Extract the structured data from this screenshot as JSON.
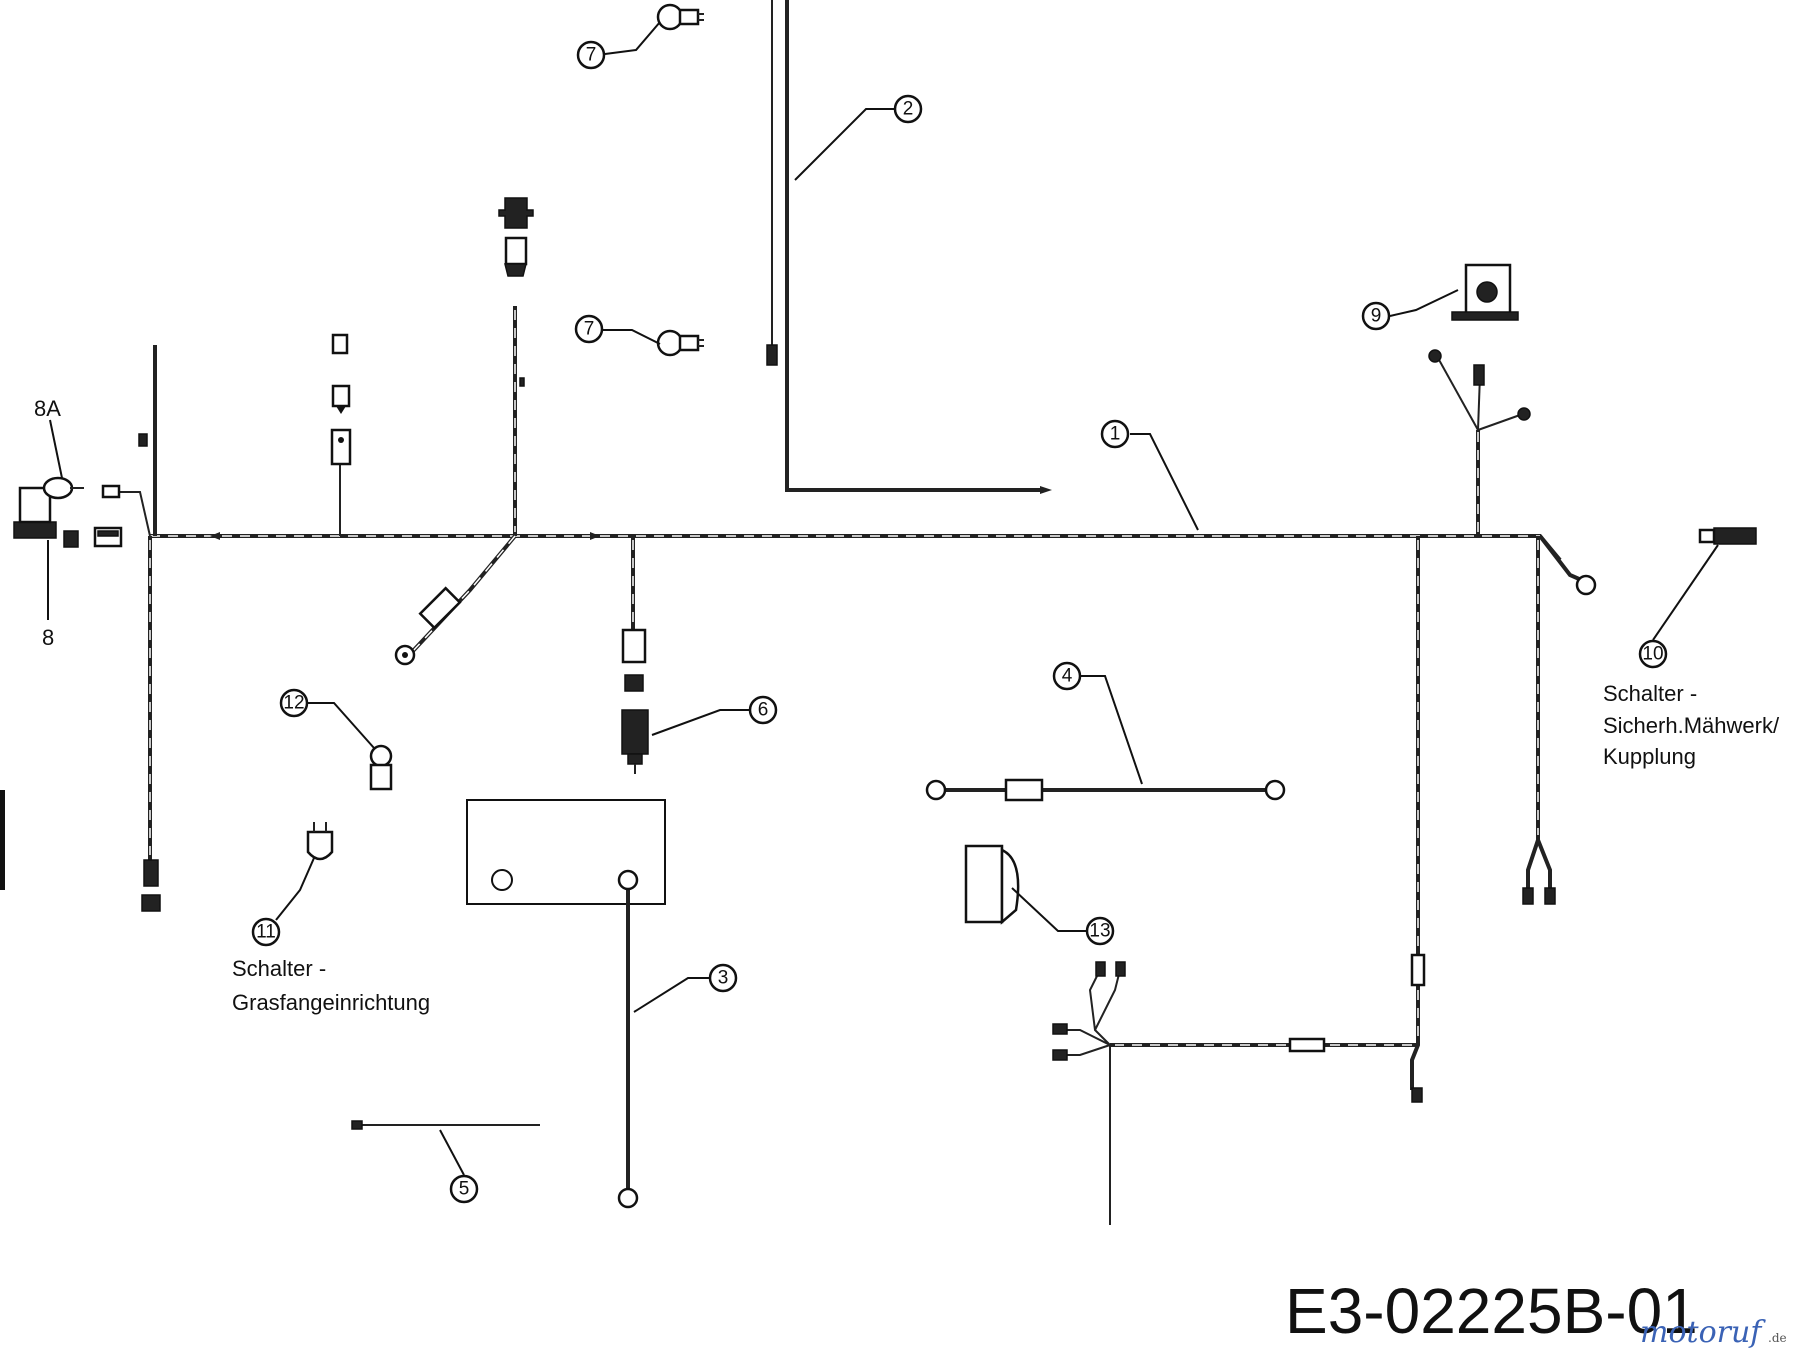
{
  "drawing_code": "E3-02225B-01",
  "watermark": {
    "brand": "motoruf",
    "suffix": ".de"
  },
  "callouts": [
    "1",
    "2",
    "3",
    "4",
    "5",
    "6",
    "7",
    "7",
    "8",
    "8A",
    "9",
    "10",
    "11",
    "12",
    "13"
  ],
  "labels": {
    "switch_grass_catcher": {
      "line1": "Schalter -",
      "line2": "Grasfangeinrichtung"
    },
    "switch_mower_clutch": {
      "line1": "Schalter -",
      "line2": "Sicherh.Mähwerk/",
      "line3": "Kupplung"
    }
  }
}
